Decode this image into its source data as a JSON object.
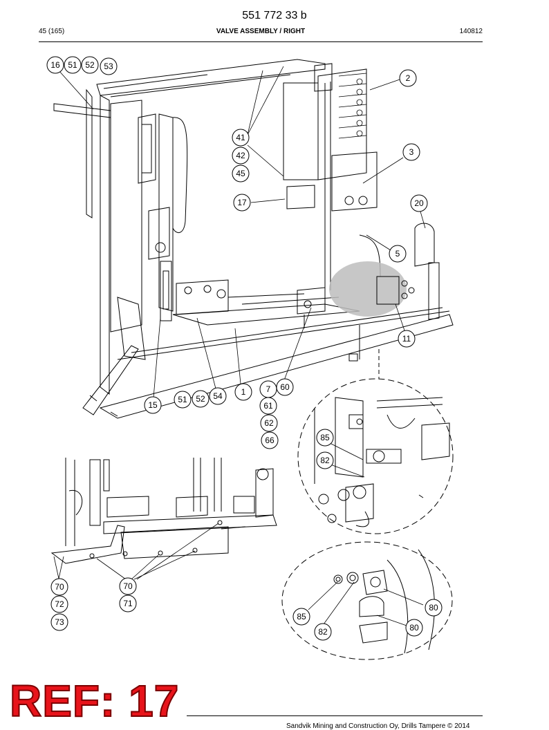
{
  "header": {
    "doc_number": "551 772 33 b",
    "page": "45 (165)",
    "section_title": "VALVE ASSEMBLY / RIGHT",
    "date_code": "140812"
  },
  "footer": {
    "copyright": "Sandvik Mining and Construction Oy, Drills Tampere © 2014"
  },
  "overlay": {
    "ref_label": "REF: 17"
  },
  "callouts": [
    {
      "id": "c16",
      "label": "16"
    },
    {
      "id": "c51a",
      "label": "51"
    },
    {
      "id": "c52a",
      "label": "52"
    },
    {
      "id": "c53",
      "label": "53"
    },
    {
      "id": "c2",
      "label": "2"
    },
    {
      "id": "c41",
      "label": "41"
    },
    {
      "id": "c42",
      "label": "42"
    },
    {
      "id": "c45",
      "label": "45"
    },
    {
      "id": "c3",
      "label": "3"
    },
    {
      "id": "c17",
      "label": "17"
    },
    {
      "id": "c20",
      "label": "20"
    },
    {
      "id": "c5",
      "label": "5"
    },
    {
      "id": "c11",
      "label": "11"
    },
    {
      "id": "c1",
      "label": "1"
    },
    {
      "id": "c7",
      "label": "7"
    },
    {
      "id": "c60",
      "label": "60"
    },
    {
      "id": "c15",
      "label": "15"
    },
    {
      "id": "c51b",
      "label": "51"
    },
    {
      "id": "c52b",
      "label": "52"
    },
    {
      "id": "c54",
      "label": "54"
    },
    {
      "id": "c61",
      "label": "61"
    },
    {
      "id": "c62",
      "label": "62"
    },
    {
      "id": "c66",
      "label": "66"
    },
    {
      "id": "c85a",
      "label": "85"
    },
    {
      "id": "c82a",
      "label": "82"
    },
    {
      "id": "c70a",
      "label": "70"
    },
    {
      "id": "c72",
      "label": "72"
    },
    {
      "id": "c73",
      "label": "73"
    },
    {
      "id": "c70b",
      "label": "70"
    },
    {
      "id": "c71",
      "label": "71"
    },
    {
      "id": "c80a",
      "label": "80"
    },
    {
      "id": "c80b",
      "label": "80"
    },
    {
      "id": "c85b",
      "label": "85"
    },
    {
      "id": "c82b",
      "label": "82"
    }
  ]
}
